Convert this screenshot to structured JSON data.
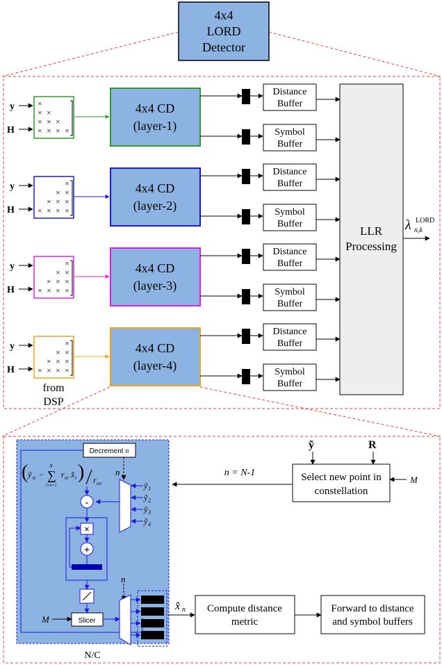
{
  "top_block": {
    "line1": "4x4",
    "line2": "LORD",
    "line3": "Detector"
  },
  "layers": [
    {
      "cd_line1": "4x4 CD",
      "cd_line2": "(layer-1)",
      "color": "#2e9a2e"
    },
    {
      "cd_line1": "4x4 CD",
      "cd_line2": "(layer-2)",
      "color": "#1a1ad6"
    },
    {
      "cd_line1": "4x4 CD",
      "cd_line2": "(layer-3)",
      "color": "#e020e0"
    },
    {
      "cd_line1": "4x4 CD",
      "cd_line2": "(layer-4)",
      "color": "#f0a020"
    }
  ],
  "inputs": {
    "y": "y",
    "H": "H"
  },
  "matrix_mark": "×",
  "buffers": {
    "distance_line1": "Distance",
    "distance_line2": "Buffer",
    "symbol_line1": "Symbol",
    "symbol_line2": "Buffer"
  },
  "llr": {
    "line1": "LLR",
    "line2": "Processing"
  },
  "output_label": {
    "main": "λ",
    "sub": "n,k",
    "sup": "LORD"
  },
  "from_dsp": {
    "line1": "from",
    "line2": "DSP"
  },
  "detail": {
    "decrement": {
      "text": "Decrement ",
      "var": "n"
    },
    "n_var": "n",
    "ytilde": "ỹ",
    "R": "R",
    "M": "M",
    "eq_n": "n = N-1",
    "select_line1": "Select new point in",
    "select_line2": "constellation",
    "y_list": [
      "1",
      "2",
      "3",
      "4"
    ],
    "minus": "-",
    "times": "×",
    "plus": "+",
    "slicer": "Slicer",
    "xhat": "x̂",
    "xhat_sub": "n",
    "compute_line1": "Compute distance",
    "compute_line2": "metric",
    "forward_line1": "Forward to distance",
    "forward_line2": "and symbol buffers",
    "nc": "N/C",
    "formula": {
      "lhs": "ỹ",
      "lhs_sub": "n",
      "minus": "−",
      "sum": "∑",
      "sum_top": "N",
      "sum_bottom": "l=n+1",
      "r": "r",
      "r_sub": "nl",
      "x": "x̂",
      "x_sub": "l",
      "den": "r",
      "den_sub": "nn"
    }
  }
}
